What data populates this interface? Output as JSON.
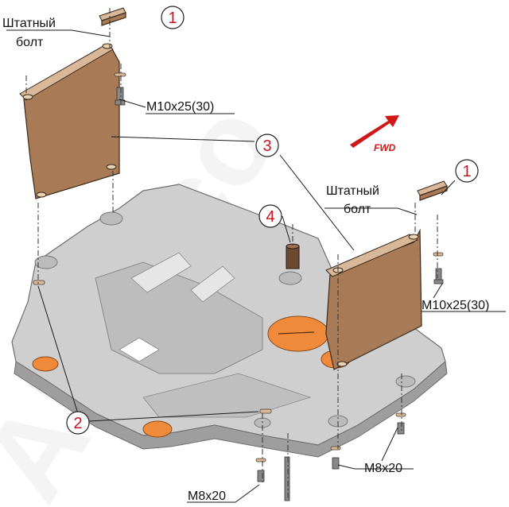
{
  "labels": {
    "std_bolt_left_l1": "Штатный",
    "std_bolt_left_l2": "болт",
    "std_bolt_right_l1": "Штатный",
    "std_bolt_right_l2": "болт",
    "m10_left": "M10x25(30)",
    "m10_right": "M10x25(30)",
    "m8_right": "M8x20",
    "m8_bottom": "M8x20",
    "fwd": "FWD"
  },
  "callouts": {
    "c1_top": "1",
    "c1_right": "1",
    "c2": "2",
    "c3": "3",
    "c4": "4"
  },
  "watermark": "ALFeco",
  "colors": {
    "callout_red": "#c8141e",
    "plate_bronze": "#a87a55",
    "skid_plate_gray": "#c9c9c9",
    "orange_cap": "#ee8a3a",
    "arrow_red": "#d01818"
  }
}
